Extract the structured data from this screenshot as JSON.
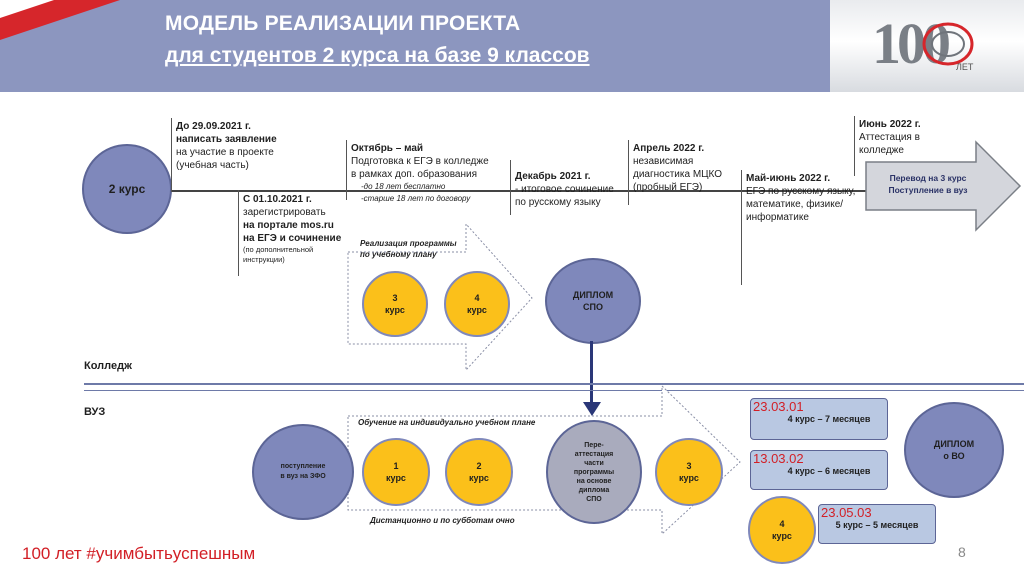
{
  "header": {
    "title_line1": "МОДЕЛЬ РЕАЛИЗАЦИИ ПРОЕКТА",
    "title_line2": "для студентов 2 курса на базе 9 классов",
    "logo_number": "100",
    "logo_sub": "ЛЕТ"
  },
  "timeline": {
    "start_circle": "2 курс",
    "events": [
      {
        "date": "До 29.09.2021 г.",
        "lines": [
          "написать заявление",
          "на участие в проекте",
          "(учебная часть)"
        ]
      },
      {
        "date": "С 01.10.2021 г.",
        "lines": [
          "зарегистрировать",
          "на портале mos.ru",
          "на ЕГЭ и сочинение"
        ],
        "note": "(по дополнительной инструкции)"
      },
      {
        "date": "Октябрь – май",
        "lines": [
          "Подготовка к ЕГЭ в колледже",
          "в рамках доп. образования"
        ],
        "sub": [
          "-до 18 лет бесплатно",
          "-старше 18 лет по договору"
        ]
      },
      {
        "date": "Декабрь 2021 г.",
        "lines": [
          "- итоговое сочинение",
          "по русскому языку"
        ]
      },
      {
        "date": "Апрель 2022 г.",
        "lines": [
          "независимая",
          "диагностика МЦКО",
          "(пробный ЕГЭ)"
        ]
      },
      {
        "date": "Май-июнь 2022 г.",
        "lines": [
          "ЕГЭ по русскому языку,",
          "математике, физике/",
          "информатике"
        ]
      },
      {
        "date": "Июнь 2022 г.",
        "lines": [
          "Аттестация в",
          "колледже"
        ]
      }
    ],
    "arrow_text": [
      "Перевод на 3 курс",
      "Поступление в вуз"
    ]
  },
  "college": {
    "label": "Колледж",
    "program_label": [
      "Реализация программы",
      "по учебному плану"
    ],
    "course3": [
      "3",
      "курс"
    ],
    "course4": [
      "4",
      "курс"
    ],
    "diploma": [
      "ДИПЛОМ",
      "СПО"
    ]
  },
  "vuz": {
    "label": "ВУЗ",
    "plan_label": "Обучение на индивидуально учебном плане",
    "distance_label": "Дистанционно и по субботам очно",
    "admission": [
      "поступление",
      "в вуз на ЗФО"
    ],
    "course1": [
      "1",
      "курс"
    ],
    "course2": [
      "2",
      "курс"
    ],
    "reattest": [
      "Пере-",
      "аттестация",
      "части",
      "программы",
      "на основе",
      "диплома",
      "СПО"
    ],
    "course3": [
      "3",
      "курс"
    ],
    "options": [
      {
        "code": "23.03.01",
        "text": "4 курс – 7 месяцев"
      },
      {
        "code": "13.03.02",
        "text": "4 курс – 6 месяцев"
      },
      {
        "code": "23.05.03",
        "text": "5 курс – 5 месяцев"
      }
    ],
    "course4": [
      "4",
      "курс"
    ],
    "diploma_vo": [
      "ДИПЛОМ",
      "о ВО"
    ]
  },
  "footer": {
    "hashtag": "100 лет #учимбытьуспешным",
    "page": "8"
  },
  "colors": {
    "band": "#8c96bf",
    "yellow": "#fbc01a",
    "red": "#d21f26",
    "blue": "#7f88bb"
  }
}
